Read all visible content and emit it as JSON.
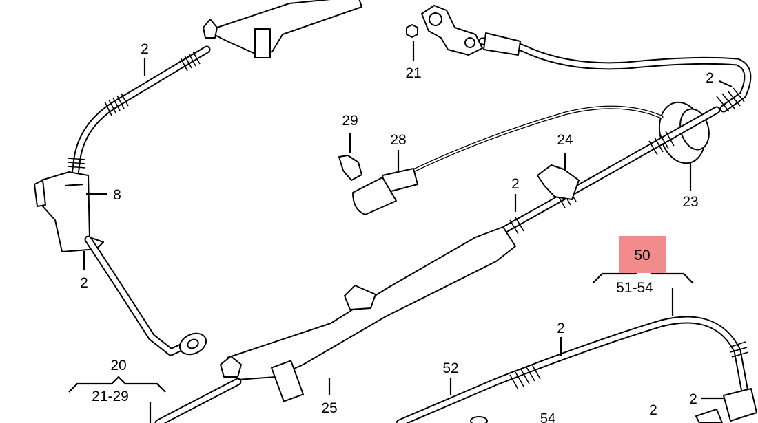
{
  "callouts": {
    "c2_top_left": "2",
    "c2_left_mid": "2",
    "c2_top_right": "2",
    "c2_center": "2",
    "c2_bottom_right": "2",
    "c2_bottom_far_right": "2",
    "c2_bottom_edge": "2",
    "c8": "8",
    "c20": "20",
    "c21": "21",
    "c21_29": "21-29",
    "c23": "23",
    "c24": "24",
    "c25": "25",
    "c28": "28",
    "c29": "29",
    "c50": "50",
    "c51_54": "51-54",
    "c52": "52",
    "c54": "54"
  },
  "colors": {
    "highlight": "#f28b8b",
    "line": "#000000",
    "background": "#ffffff"
  }
}
